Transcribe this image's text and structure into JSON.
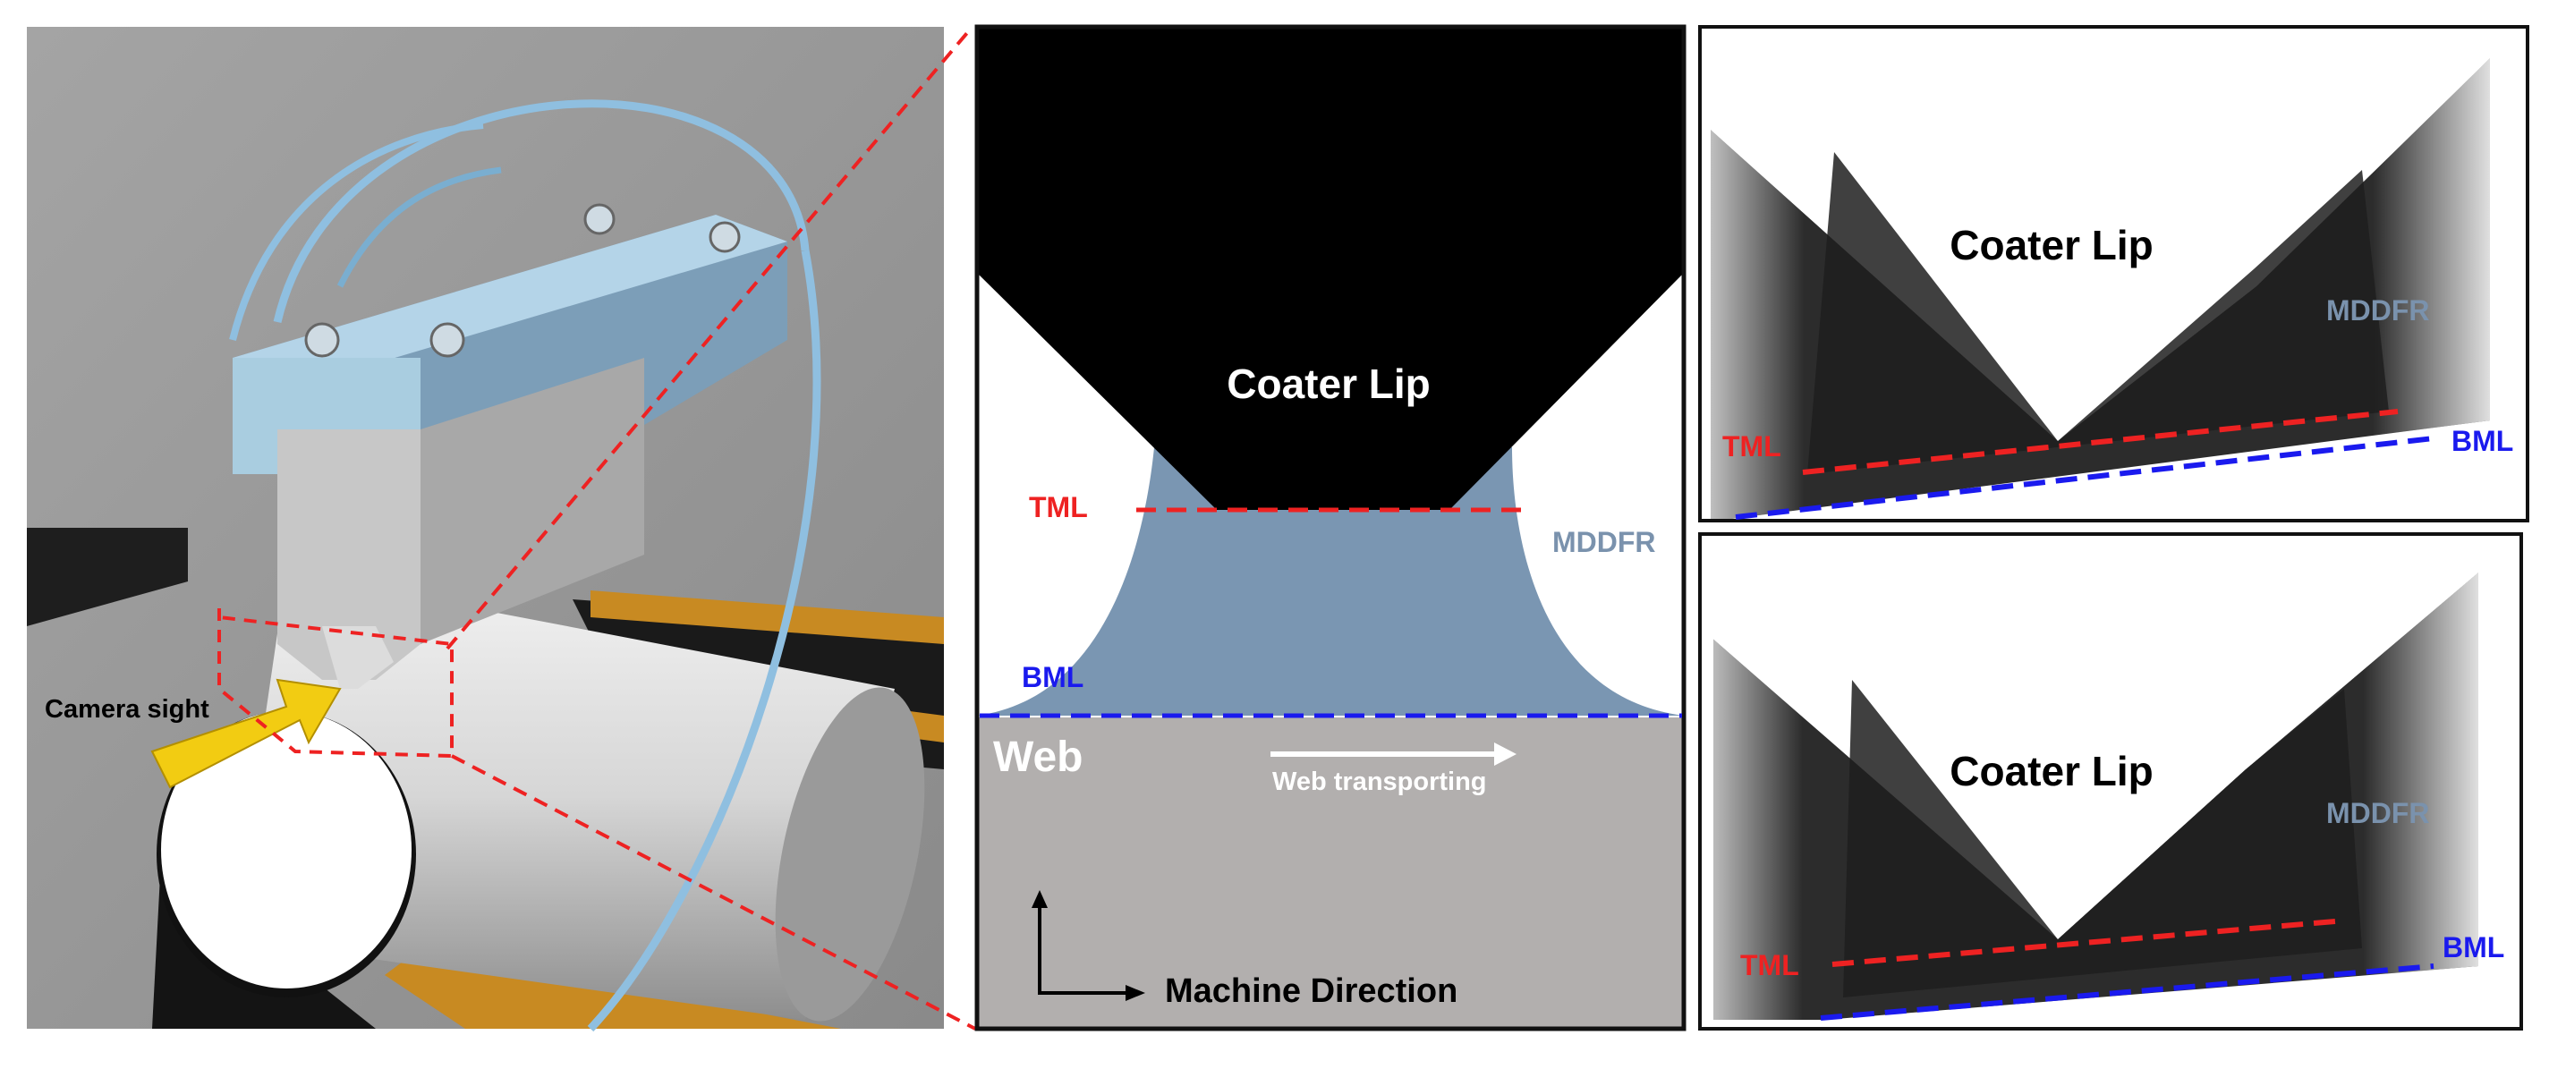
{
  "labels": {
    "camera_sight": "Camera sight",
    "center_coater_lip": "Coater Lip",
    "center_tml": "TML",
    "center_bml": "BML",
    "center_mddfr": "MDDFR",
    "web": "Web",
    "web_transporting": "Web transporting",
    "machine_direction": "Machine Direction",
    "top_coater_lip": "Coater Lip",
    "top_tml": "TML",
    "top_bml": "BML",
    "top_mddfr": "MDDFR",
    "bottom_coater_lip": "Coater Lip",
    "bottom_tml": "TML",
    "bottom_bml": "BML",
    "bottom_mddfr": "MDDFR"
  },
  "colors": {
    "tml_line": "#ee2222",
    "bml_line": "#1a1aee",
    "meniscus_fill": "#7a96b2",
    "mddfr_text": "#7a92ad",
    "web_fill": "#b2afae",
    "coater_lip": "#000000",
    "camera_arrow": "#f2cc12",
    "roller_belt": "#c88a22"
  }
}
